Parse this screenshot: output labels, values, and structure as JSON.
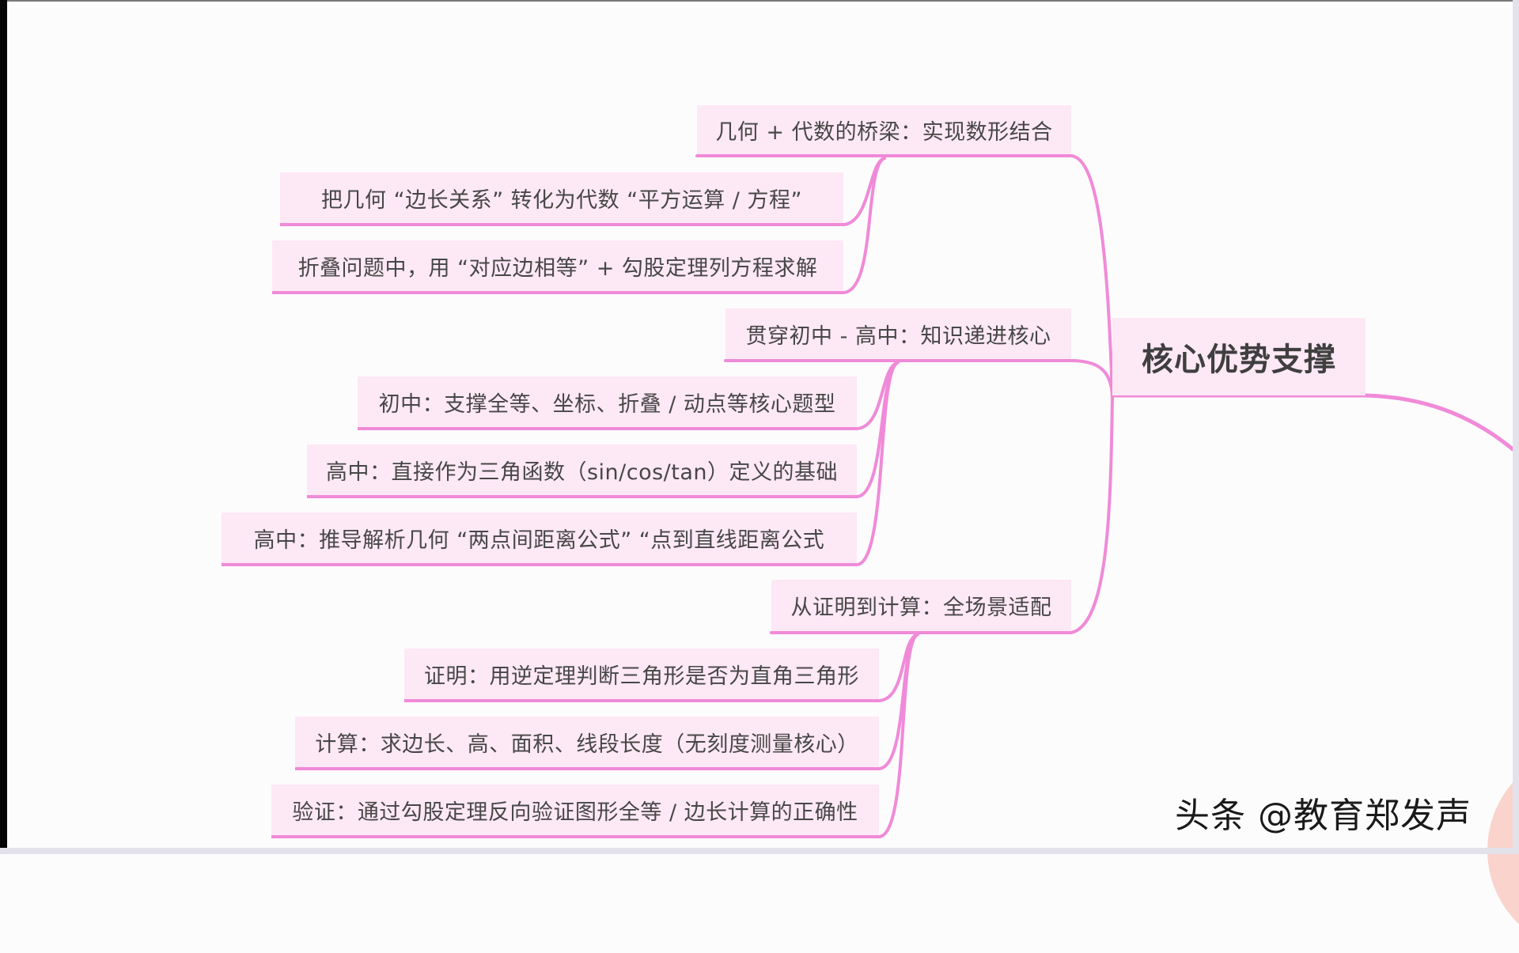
{
  "colors": {
    "line": "#f08ad8",
    "node_fill": "#fde8f5",
    "text": "#474747",
    "background": "#fdfcfd",
    "deco_circle": "#f9d3cc"
  },
  "root": {
    "label": "核心优势支撑"
  },
  "branches": [
    {
      "label": "几何 + 代数的桥梁：实现数形结合",
      "children": [
        {
          "label": "把几何 “边长关系” 转化为代数 “平方运算 / 方程”"
        },
        {
          "label": "折叠问题中，用 “对应边相等” + 勾股定理列方程求解"
        }
      ]
    },
    {
      "label": "贯穿初中 - 高中：知识递进核心",
      "children": [
        {
          "label": "初中：支撑全等、坐标、折叠 / 动点等核心题型"
        },
        {
          "label": "高中：直接作为三角函数（sin/cos/tan）定义的基础"
        },
        {
          "label": "高中：推导解析几何 “两点间距离公式” “点到直线距离公式"
        }
      ]
    },
    {
      "label": "从证明到计算：全场景适配",
      "children": [
        {
          "label": "证明：用逆定理判断三角形是否为直角三角形"
        },
        {
          "label": "计算：求边长、高、面积、线段长度（无刻度测量核心）"
        },
        {
          "label": "验证：通过勾股定理反向验证图形全等 / 边长计算的正确性"
        }
      ]
    }
  ],
  "watermark": "头条 @教育郑发声"
}
